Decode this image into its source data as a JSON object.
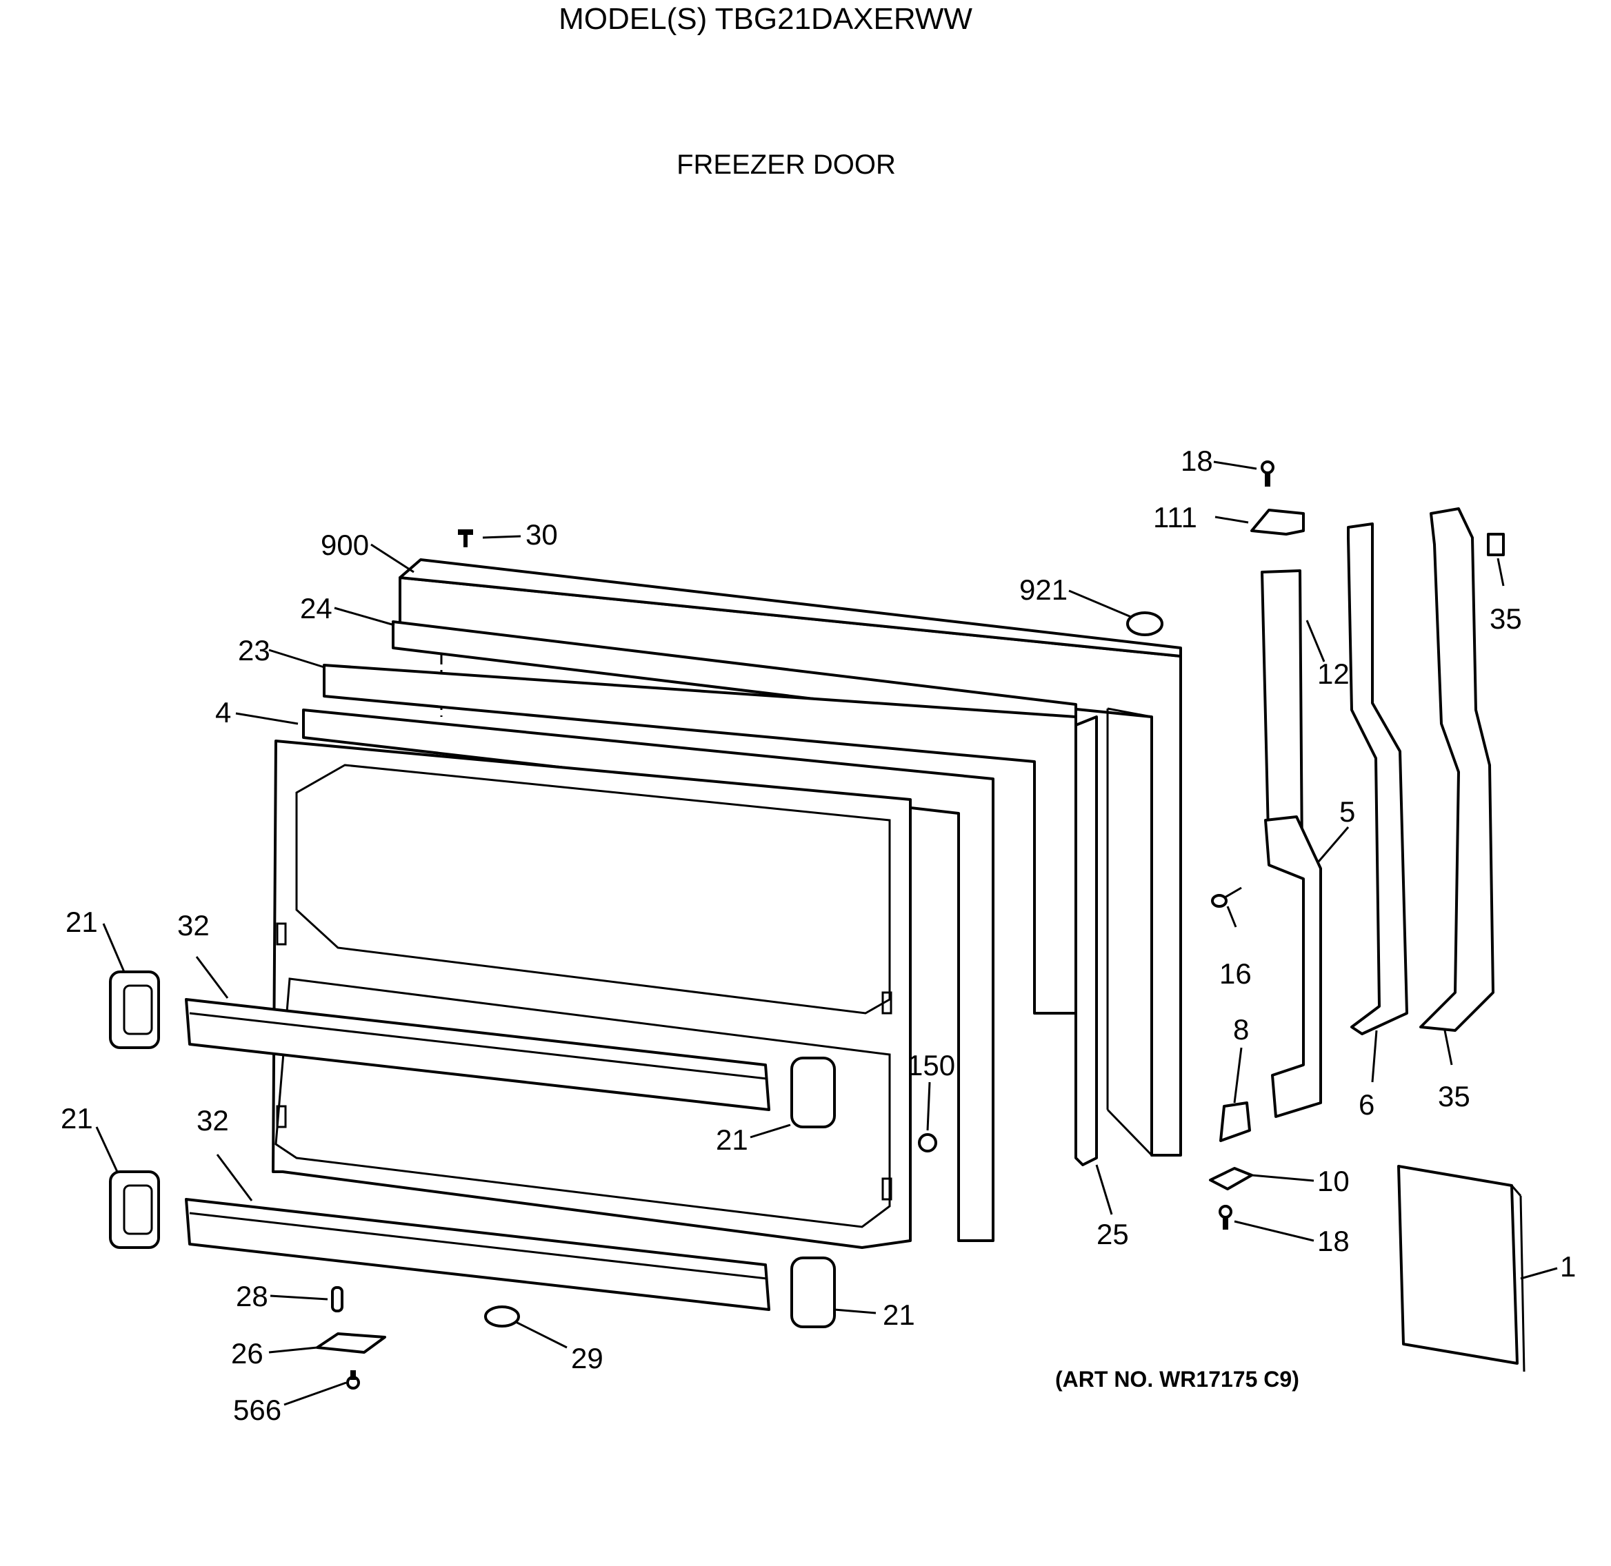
{
  "title": "MODEL(S) TBG21DAXERWW",
  "subtitle": "FREEZER DOOR",
  "art_number": "(ART NO. WR17175 C9)",
  "callouts": {
    "c18_top": "18",
    "c111": "111",
    "c900": "900",
    "c30": "30",
    "c921": "921",
    "c24": "24",
    "c23": "23",
    "c4": "4",
    "c12": "12",
    "c35_top": "35",
    "c5": "5",
    "c21_ul": "21",
    "c32_u": "32",
    "c16": "16",
    "c8": "8",
    "c150": "150",
    "c6": "6",
    "c35_bot": "35",
    "c21_ll": "21",
    "c32_l": "32",
    "c21_mid": "21",
    "c10": "10",
    "c25": "25",
    "c18_bot": "18",
    "c1": "1",
    "c28": "28",
    "c21_br": "21",
    "c26": "26",
    "c29": "29",
    "c566": "566"
  }
}
